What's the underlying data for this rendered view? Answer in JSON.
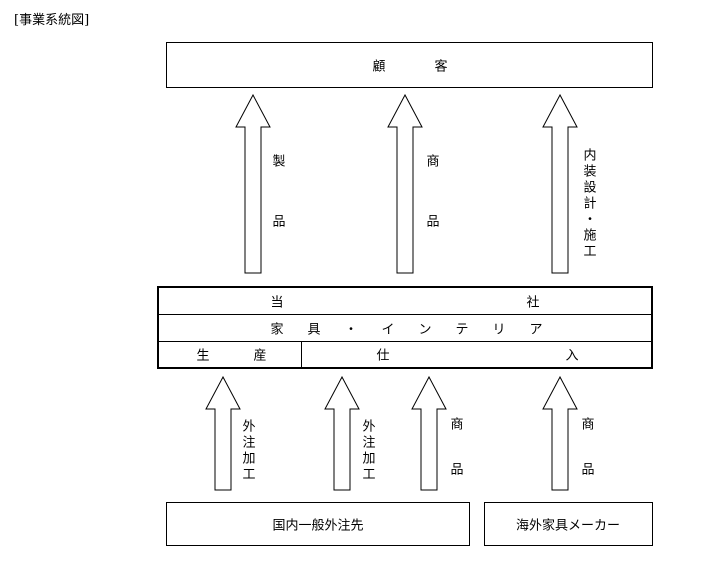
{
  "heading": "[事業系統図]",
  "customer": {
    "chars": [
      "顧",
      "客"
    ]
  },
  "top_arrows": [
    {
      "chars": [
        "製",
        "品"
      ]
    },
    {
      "chars": [
        "商",
        "品"
      ]
    },
    {
      "chars": [
        "内",
        "装",
        "設",
        "計",
        "・",
        "施",
        "工"
      ]
    }
  ],
  "company": {
    "row1": [
      "当",
      "社"
    ],
    "row2": [
      "家",
      "具",
      "・",
      "イ",
      "ン",
      "テ",
      "リ",
      "ア"
    ],
    "row3_left": [
      "生",
      "産"
    ],
    "row3_right": [
      "仕",
      "入"
    ]
  },
  "bottom_arrows": [
    {
      "chars": [
        "外",
        "注",
        "加",
        "工"
      ]
    },
    {
      "chars": [
        "外",
        "注",
        "加",
        "工"
      ]
    },
    {
      "chars": [
        "商",
        "品"
      ]
    },
    {
      "chars": [
        "商",
        "品"
      ]
    }
  ],
  "suppliers": {
    "domestic": "国内一般外注先",
    "overseas": "海外家具メーカー"
  }
}
